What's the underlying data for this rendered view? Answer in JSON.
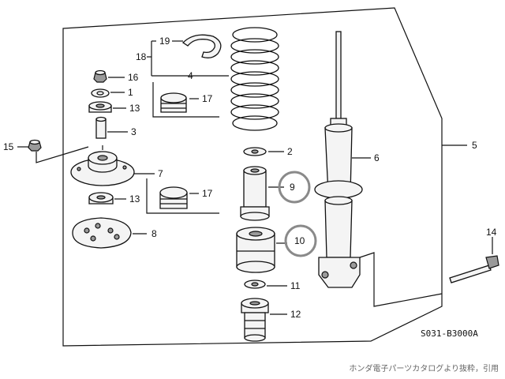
{
  "diagram": {
    "code": "S031-B3000A",
    "caption": "ホンダ電子パーツカタログより抜粋，引用",
    "callouts": {
      "p1": "1",
      "p2": "2",
      "p3": "3",
      "p4": "4",
      "p5": "5",
      "p6": "6",
      "p7": "7",
      "p8": "8",
      "p9": "9",
      "p10": "10",
      "p11": "11",
      "p12": "12",
      "p13a": "13",
      "p13b": "13",
      "p14": "14",
      "p15": "15",
      "p16": "16",
      "p17a": "17",
      "p17b": "17",
      "p18": "18",
      "p19": "19"
    },
    "highlighted_parts": [
      "9",
      "10"
    ]
  }
}
